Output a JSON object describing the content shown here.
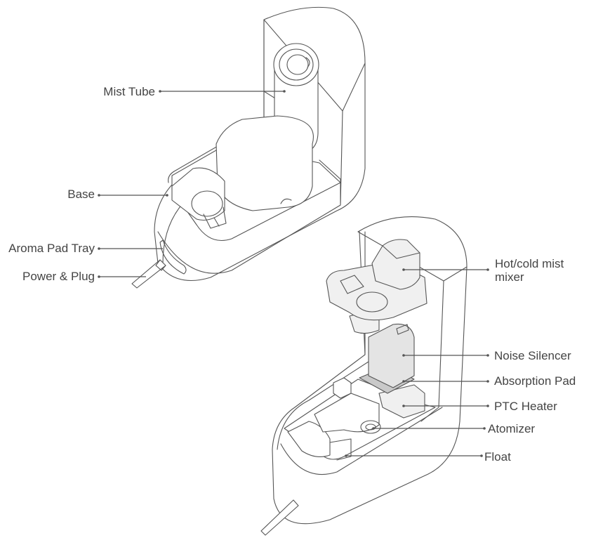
{
  "diagram": {
    "type": "product exploded / cutaway diagram",
    "views": [
      {
        "name": "assembled-view",
        "labels": [
          {
            "id": "mist-tube",
            "text": "Mist Tube"
          },
          {
            "id": "base",
            "text": "Base"
          },
          {
            "id": "aroma-pad-tray",
            "text": "Aroma Pad Tray"
          },
          {
            "id": "power-plug",
            "text": "Power & Plug"
          }
        ]
      },
      {
        "name": "cutaway-view",
        "labels": [
          {
            "id": "mist-mixer",
            "text": [
              "Hot/cold mist",
              "mixer"
            ]
          },
          {
            "id": "noise-silencer",
            "text": "Noise Silencer"
          },
          {
            "id": "absorption-pad",
            "text": "Absorption Pad"
          },
          {
            "id": "ptc-heater",
            "text": "PTC Heater"
          },
          {
            "id": "atomizer",
            "text": "Atomizer"
          },
          {
            "id": "float",
            "text": "Float"
          }
        ]
      }
    ],
    "colors": {
      "line": "#555555",
      "text": "#444444",
      "part_light": "#f0f0f0",
      "part_mid": "#e4e4e4",
      "pad": "#c9c9c9"
    }
  }
}
